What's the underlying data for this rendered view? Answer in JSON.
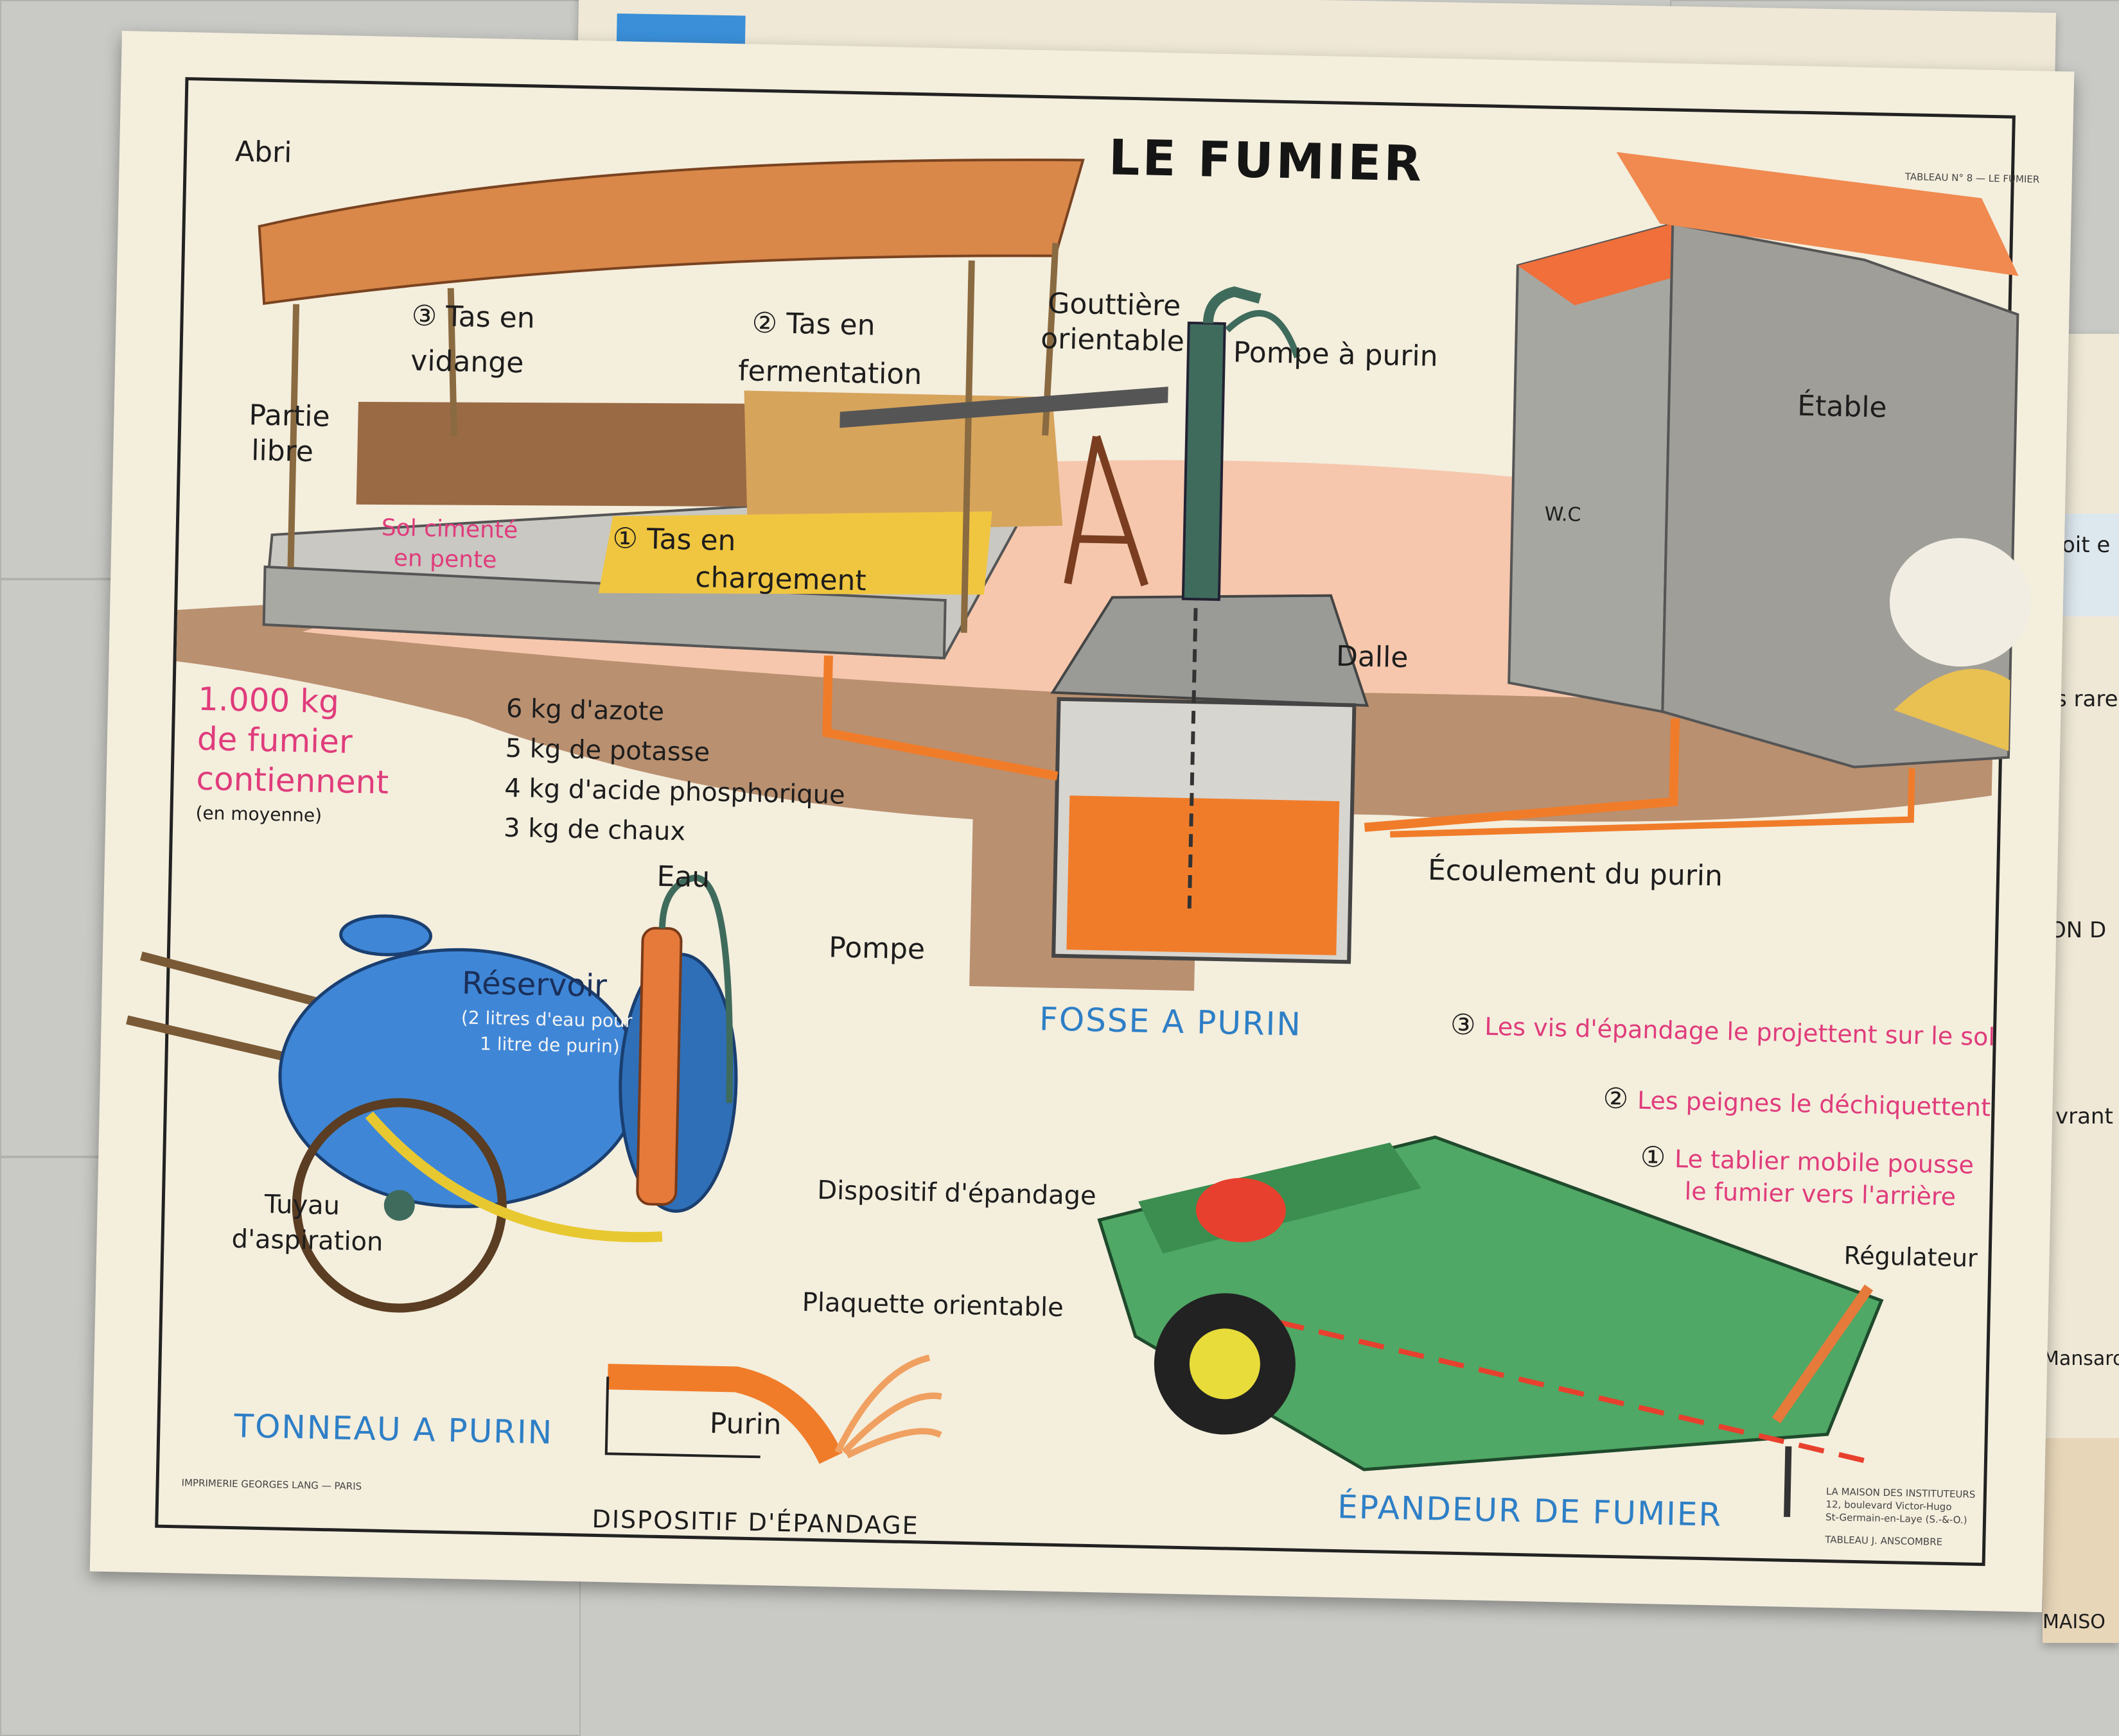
{
  "title": "LE FUMIER",
  "board_ref": "TABLEAU N° 8 — LE FUMIER",
  "shelter": {
    "abri": "Abri",
    "heap3_num": "③",
    "heap3_line1": "Tas en",
    "heap3_line2": "vidange",
    "heap2_num": "②",
    "heap2_line1": "Tas en",
    "heap2_line2": "fermentation",
    "heap1_num": "①",
    "heap1_line1": "Tas en",
    "heap1_line2": "chargement",
    "partie_line1": "Partie",
    "partie_line2": "libre",
    "sol_line1": "Sol cimenté",
    "sol_line2": "en pente"
  },
  "gouttiere_line1": "Gouttière",
  "gouttiere_line2": "orientable",
  "pompe_purin": "Pompe à purin",
  "etable": "Étable",
  "wc": "W.C",
  "dalle": "Dalle",
  "ecoulement": "Écoulement du purin",
  "fosse_caption": "FOSSE A PURIN",
  "composition": {
    "qty_line1": "1.000 kg",
    "qty_line2": "de fumier",
    "qty_line3": "contiennent",
    "note": "(en moyenne)",
    "items": [
      "6 kg d'azote",
      "5 kg de potasse",
      "4 kg d'acide phosphorique",
      "3 kg de chaux"
    ]
  },
  "tonneau": {
    "eau": "Eau",
    "reservoir": "Réservoir",
    "res_note1": "(2 litres d'eau pour",
    "res_note2": "1 litre de purin)",
    "pompe": "Pompe",
    "tuyau_line1": "Tuyau",
    "tuyau_line2": "d'aspiration",
    "dispositif": "Dispositif d'épandage",
    "plaquette": "Plaquette orientable",
    "caption": "TONNEAU A PURIN"
  },
  "dispositif_detail": {
    "purin": "Purin",
    "caption": "DISPOSITIF D'ÉPANDAGE"
  },
  "epandeur": {
    "step3_num": "③",
    "step3": "Les vis d'épandage le projettent sur le sol",
    "step2_num": "②",
    "step2": "Les peignes le déchiquettent",
    "step1_num": "①",
    "step1_line1": "Le tablier mobile pousse",
    "step1_line2": "le fumier vers l'arrière",
    "regulateur": "Régulateur",
    "caption": "ÉPANDEUR DE FUMIER"
  },
  "imprint_left": "IMPRIMERIE GEORGES LANG — PARIS",
  "imprint_right": [
    "LA MAISON DES INSTITUTEURS",
    "12, boulevard Victor-Hugo",
    "St-Germain-en-Laye (S.-&-O.)",
    "TABLEAU J. ANSCOMBRE"
  ],
  "background_poster": {
    "fragments": [
      "oit e",
      "s rare",
      "ON D",
      "vrant",
      "Mansarde",
      "MAISO"
    ]
  },
  "colors": {
    "pink_label": "#e03c7c",
    "blue_caption": "#2e7fc6",
    "tank": "#3f86d6",
    "purin": "#f07c2a",
    "spreader": "#4fa865",
    "straw": "#f0c640"
  }
}
